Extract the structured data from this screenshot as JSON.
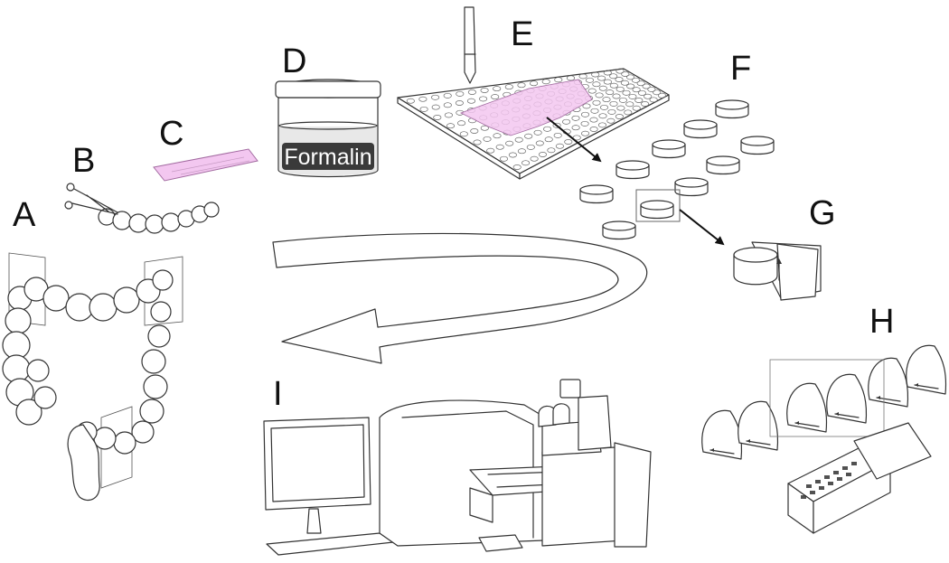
{
  "labels": {
    "A": "A",
    "B": "B",
    "C": "C",
    "D": "D",
    "E": "E",
    "F": "F",
    "G": "G",
    "H": "H",
    "I": "I"
  },
  "jar_label": "Formalin",
  "colors": {
    "tissue_pink": "#f3c7f0",
    "tissue_stroke": "#a26aa0",
    "line": "#333333",
    "jar_band": "#3a3a3a",
    "arrow": "#111111"
  }
}
